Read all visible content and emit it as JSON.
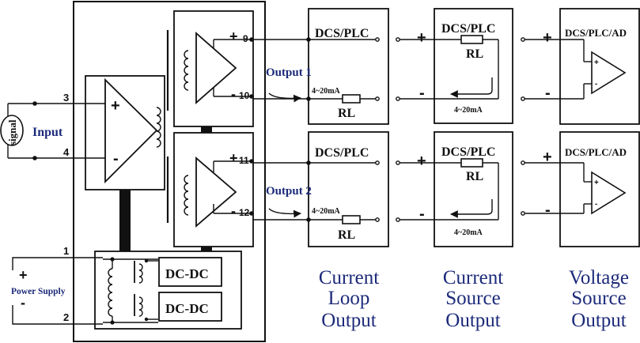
{
  "input": {
    "signal_label": "signal",
    "input_label": "Input",
    "pin_pos": "3",
    "pin_neg": "4",
    "plus": "+",
    "minus": "-"
  },
  "power": {
    "pin_pos": "1",
    "pin_neg": "2",
    "label": "Power Supply",
    "plus": "+",
    "minus": "-",
    "dcdc_1": "DC-DC",
    "dcdc_2": "DC-DC"
  },
  "outputs": [
    {
      "label": "Output 1",
      "pin_pos": "9",
      "pin_neg": "10",
      "plus": "+",
      "minus": "-"
    },
    {
      "label": "Output 2",
      "pin_pos": "11",
      "pin_neg": "12",
      "plus": "+",
      "minus": "-"
    }
  ],
  "loads": {
    "dcs_plc": "DCS/PLC",
    "dcs_plc_ad": "DCS/PLC/AD",
    "rl": "RL",
    "current": "4~20mA",
    "plus": "+",
    "minus": "-",
    "amp_plus": "+",
    "amp_minus": "-"
  },
  "captions": {
    "current_loop": [
      "Current",
      "Loop",
      "Output"
    ],
    "current_source": [
      "Current",
      "Source",
      "Output"
    ],
    "voltage_source": [
      "Voltage",
      "Source",
      "Output"
    ]
  },
  "colors": {
    "line": "#111111",
    "label_blue": "#1c2a7a"
  }
}
